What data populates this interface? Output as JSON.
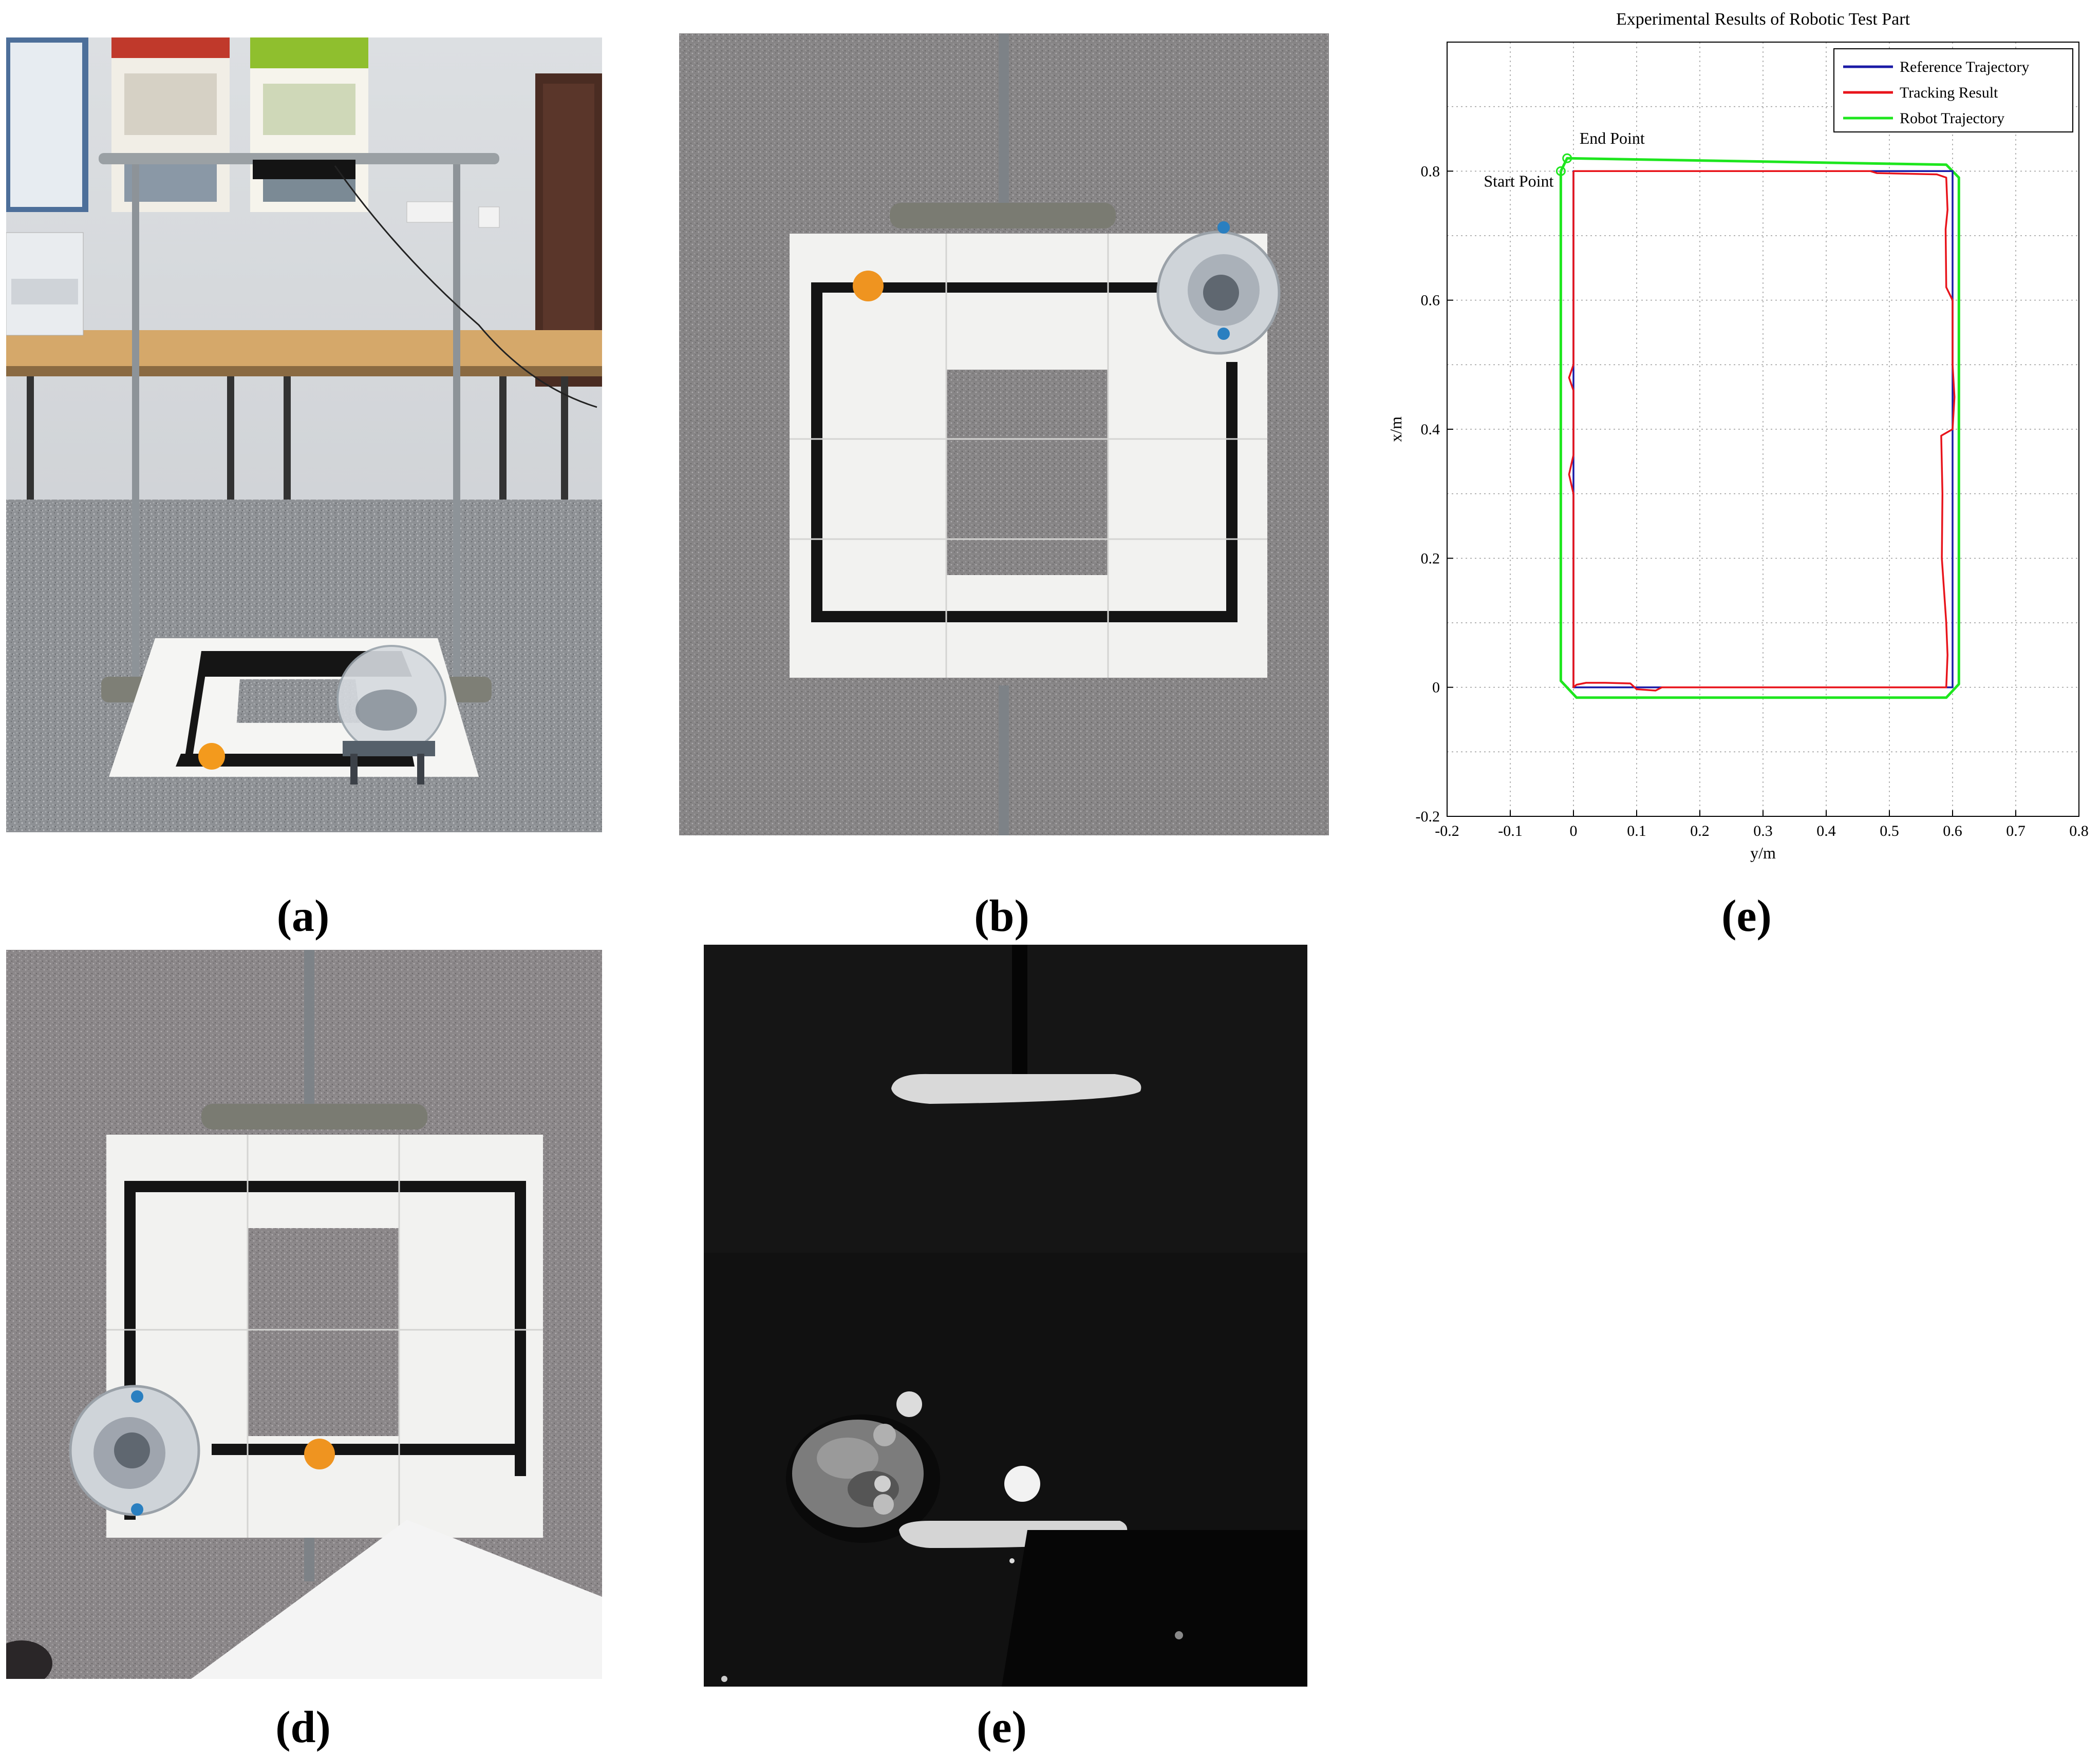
{
  "captions": {
    "a": "(a)",
    "b": "(b)",
    "c": "(e)",
    "d": "(d)",
    "e": "(e)"
  },
  "chart_data": {
    "type": "line",
    "title": "Experimental Results of Robotic Test Part",
    "xlabel": "y/m",
    "ylabel": "x/m",
    "xlim": [
      -0.2,
      0.8
    ],
    "ylim": [
      -0.2,
      1.0
    ],
    "xticks": [
      -0.2,
      -0.1,
      0,
      0.1,
      0.2,
      0.3,
      0.4,
      0.5,
      0.6,
      0.7,
      0.8
    ],
    "yticks": [
      -0.2,
      0,
      0.2,
      0.4,
      0.6,
      0.8
    ],
    "xtick_labels": [
      "-0.2",
      "-0.1",
      "0",
      "0.1",
      "0.2",
      "0.3",
      "0.4",
      "0.5",
      "0.6",
      "0.7",
      "0.8"
    ],
    "ytick_labels": [
      "-0.2",
      "0",
      "0.2",
      "0.4",
      "0.6",
      "0.8"
    ],
    "grid": true,
    "legend_position": "top-right",
    "series": [
      {
        "name": "Reference Trajectory",
        "color": "#1a1aa6",
        "points": [
          [
            0,
            0
          ],
          [
            0.6,
            0
          ],
          [
            0.6,
            0.8
          ],
          [
            0,
            0.8
          ],
          [
            0,
            0
          ]
        ]
      },
      {
        "name": "Tracking Result",
        "color": "#e8141b",
        "points": [
          [
            0,
            0.8
          ],
          [
            0.47,
            0.8
          ],
          [
            0.48,
            0.797
          ],
          [
            0.575,
            0.795
          ],
          [
            0.59,
            0.79
          ],
          [
            0.592,
            0.74
          ],
          [
            0.589,
            0.71
          ],
          [
            0.59,
            0.62
          ],
          [
            0.6,
            0.6
          ],
          [
            0.6,
            0.5
          ],
          [
            0.603,
            0.45
          ],
          [
            0.6,
            0.4
          ],
          [
            0.582,
            0.39
          ],
          [
            0.584,
            0.3
          ],
          [
            0.583,
            0.2
          ],
          [
            0.59,
            0.1
          ],
          [
            0.592,
            0.05
          ],
          [
            0.59,
            0
          ],
          [
            0.14,
            0
          ],
          [
            0.13,
            -0.005
          ],
          [
            0.1,
            -0.003
          ],
          [
            0.09,
            0.006
          ],
          [
            0.05,
            0.007
          ],
          [
            0.02,
            0.007
          ],
          [
            0.005,
            0.004
          ],
          [
            0,
            0
          ],
          [
            0,
            0.3
          ],
          [
            -0.007,
            0.33
          ],
          [
            0,
            0.36
          ],
          [
            0,
            0.46
          ],
          [
            -0.007,
            0.48
          ],
          [
            0,
            0.5
          ],
          [
            0,
            0.8
          ]
        ]
      },
      {
        "name": "Robot Trajectory",
        "color": "#1ee61e",
        "points": [
          [
            -0.02,
            0.8
          ],
          [
            -0.02,
            0.01
          ],
          [
            0.005,
            -0.016
          ],
          [
            0.59,
            -0.016
          ],
          [
            0.61,
            0.005
          ],
          [
            0.61,
            0.79
          ],
          [
            0.59,
            0.81
          ],
          [
            -0.01,
            0.82
          ],
          [
            -0.02,
            0.8
          ]
        ]
      }
    ],
    "annotations": [
      {
        "text": "Start Point",
        "x": -0.02,
        "y": 0.8
      },
      {
        "text": "End Point",
        "x": -0.01,
        "y": 0.82
      }
    ]
  }
}
